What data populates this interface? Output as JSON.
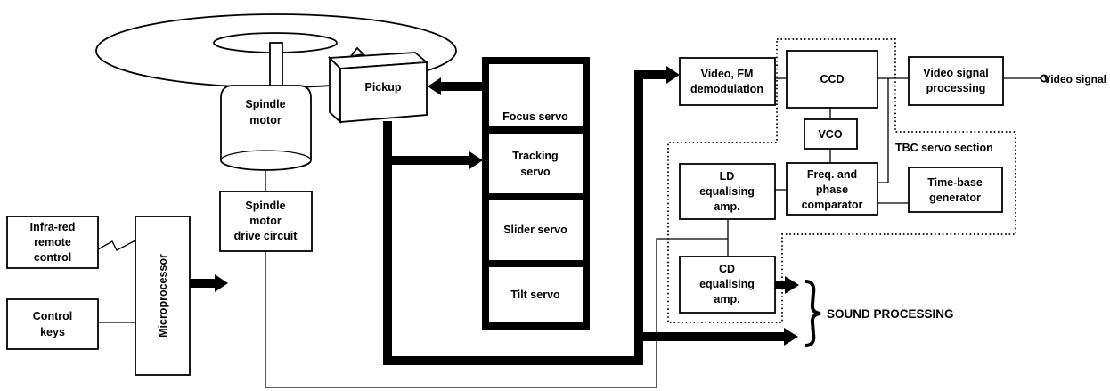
{
  "pickup": {
    "label": "Pickup"
  },
  "spindle_motor": {
    "lines": [
      "Spindle",
      "motor"
    ]
  },
  "spindle_drive": {
    "lines": [
      "Spindle",
      "motor",
      "drive circuit"
    ]
  },
  "infrared_remote": {
    "lines": [
      "Infra-red",
      "remote",
      "control"
    ]
  },
  "control_keys": {
    "lines": [
      "Control",
      "keys"
    ]
  },
  "microprocessor": {
    "label": "Microprocessor"
  },
  "servos": {
    "focus": {
      "label": "Focus servo"
    },
    "tracking": {
      "lines": [
        "Tracking",
        "servo"
      ]
    },
    "slider": {
      "label": "Slider servo"
    },
    "tilt": {
      "label": "Tilt servo"
    }
  },
  "video_fm": {
    "lines": [
      "Video, FM",
      "demodulation"
    ]
  },
  "ccd": {
    "label": "CCD"
  },
  "vco": {
    "label": "VCO"
  },
  "freq_comparator": {
    "lines": [
      "Freq. and",
      "phase",
      "comparator"
    ]
  },
  "time_base": {
    "lines": [
      "Time-base",
      "generator"
    ]
  },
  "video_signal_processing": {
    "lines": [
      "Video signal",
      "processing"
    ]
  },
  "video_output": {
    "label": "Video signal"
  },
  "tbc_section": {
    "label": "TBC servo section"
  },
  "ld_equalising": {
    "lines": [
      "LD",
      "equalising",
      "amp."
    ]
  },
  "cd_equalising": {
    "lines": [
      "CD",
      "equalising",
      "amp."
    ]
  },
  "sound_processing": {
    "label": "SOUND PROCESSING"
  },
  "colors": {
    "ink": "#000000",
    "background": "#ffffff"
  }
}
